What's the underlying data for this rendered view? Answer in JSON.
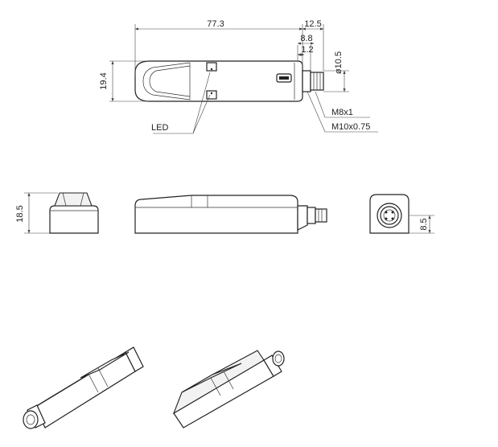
{
  "dimensions": {
    "length": "77.3",
    "connector_length": "12.5",
    "thread_length": "8.8",
    "collar": "1.2",
    "thread_dia": "ø10.5",
    "height": "19.4",
    "side_height": "18.5",
    "connector_height": "8.5"
  },
  "labels": {
    "led": "LED",
    "thread_m8": "M8x1",
    "thread_m10": "M10x0.75"
  }
}
